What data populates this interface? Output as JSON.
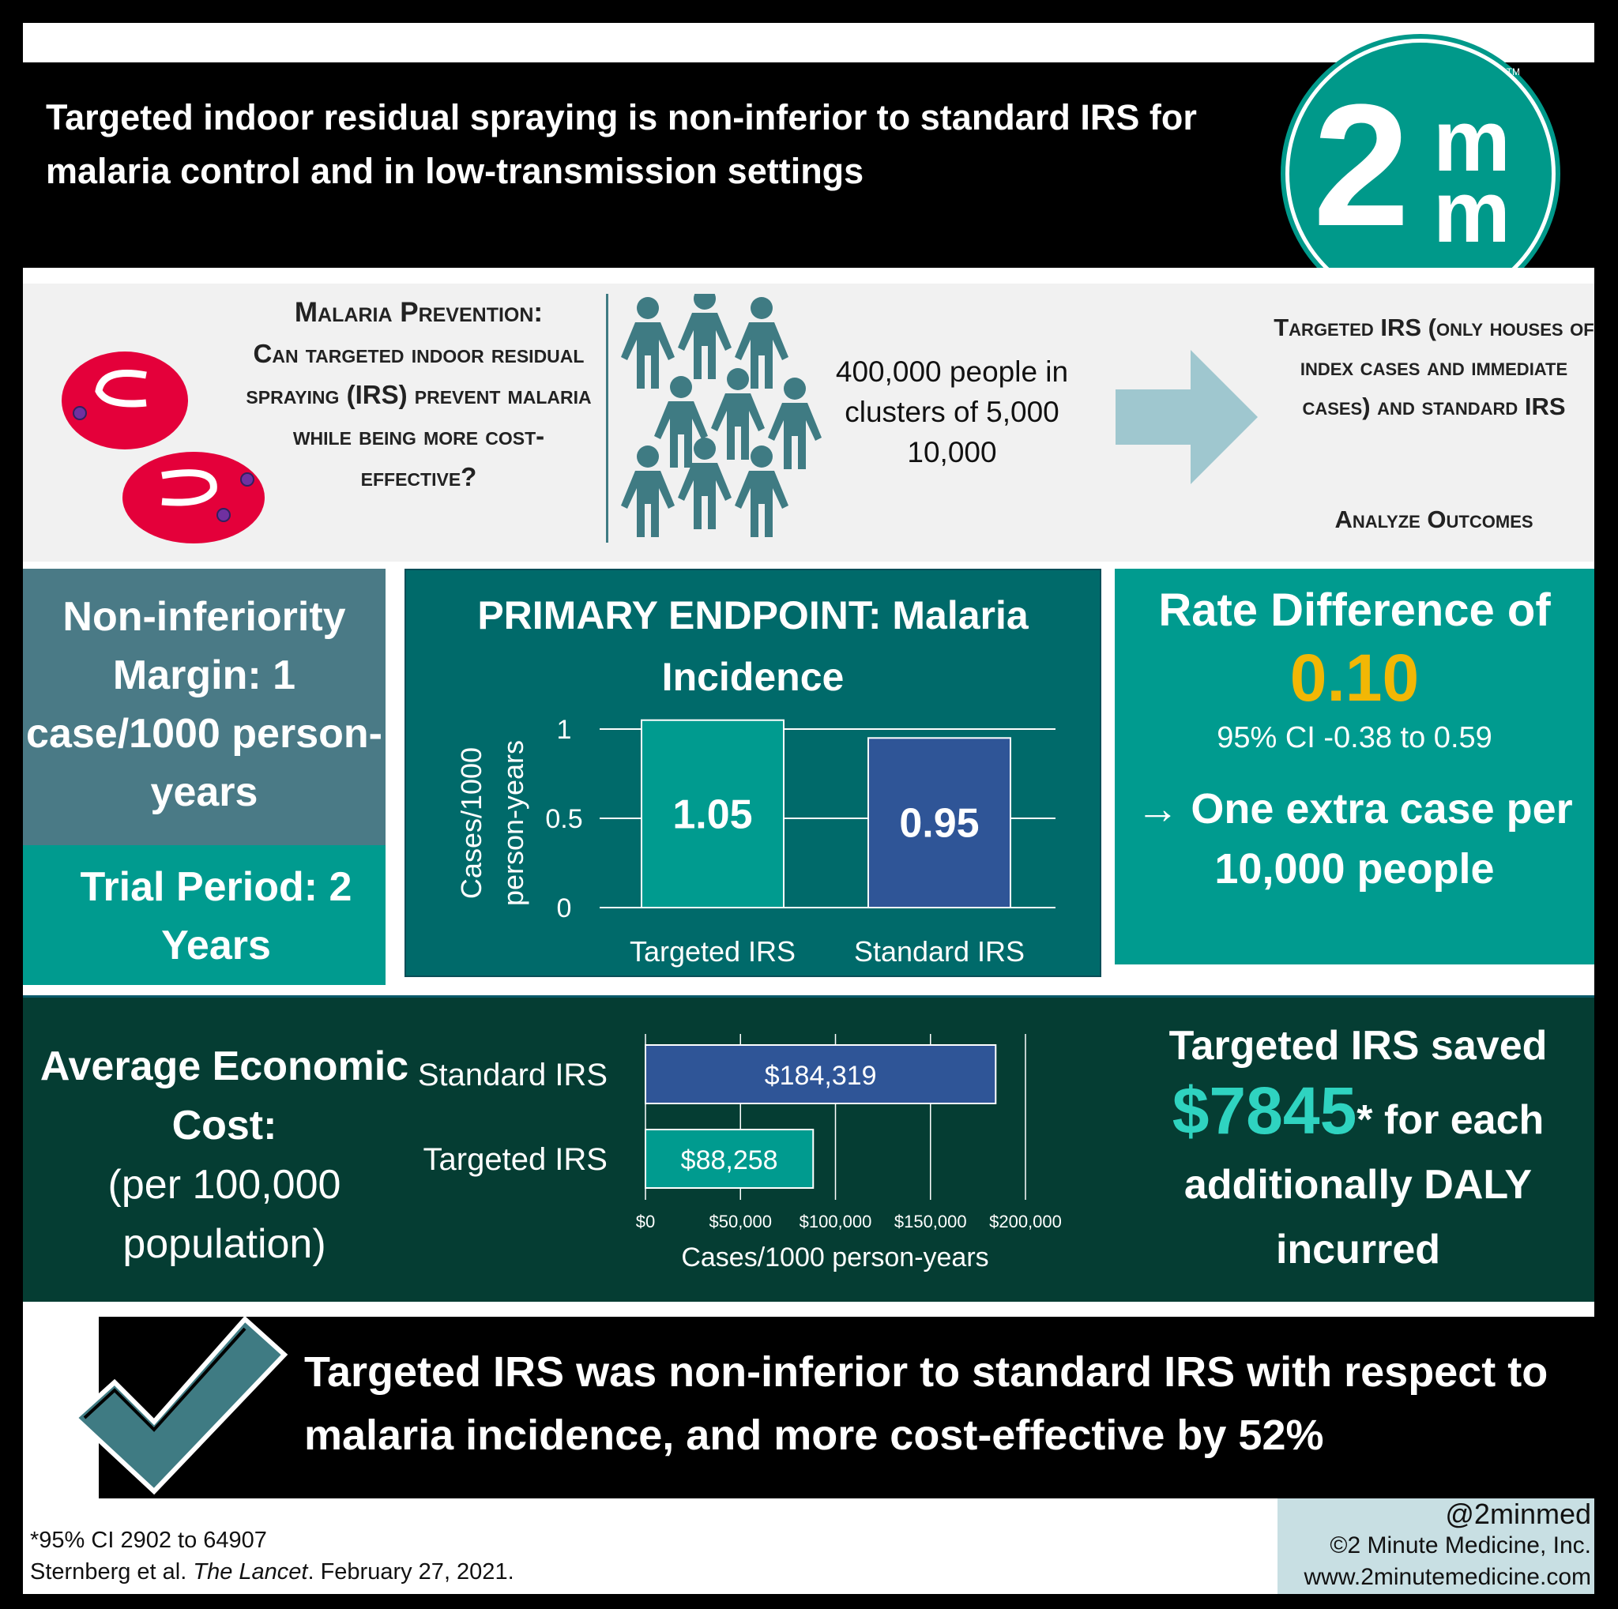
{
  "header": {
    "title": "Targeted indoor residual spraying is non-inferior to standard IRS for malaria control and in low-transmission settings",
    "logo": {
      "text": "2mm",
      "trademark": "TM"
    }
  },
  "study": {
    "question_heading": "Malaria Prevention:",
    "question": "Can targeted indoor residual spraying (IRS) prevent malaria while being more cost-effective?",
    "population": "400,000 people in clusters of 5,000 10,000",
    "design": "Targeted IRS (only houses of index cases and immediate cases) and standard IRS",
    "analyze": "Analyze Outcomes",
    "icons": [
      "red-blood-cell-icon",
      "people-group-icon",
      "arrow-right-icon"
    ]
  },
  "margin": {
    "text": "Non-inferiority Margin: 1 case/1000 person-years"
  },
  "trial": {
    "text": "Trial Period: 2 Years"
  },
  "rate": {
    "heading": "Rate Difference of",
    "value": "0.10",
    "ci": "95% CI -0.38 to 0.59",
    "arrow": "→",
    "consequence": "One extra case per 10,000 people"
  },
  "cost": {
    "label_bold": "Average Economic Cost:",
    "label_sub": "(per 100,000 population)"
  },
  "savings": {
    "line1": "Targeted IRS saved",
    "amount": "$7845",
    "asterisk": "*",
    "line2": "for each additionally DALY incurred"
  },
  "conclusion": {
    "text": "Targeted IRS was non-inferior to standard IRS with respect to malaria incidence, and more cost-effective by 52%",
    "icon": "checkmark-icon"
  },
  "footer": {
    "ci_note": "*95% CI 2902 to 64907",
    "citation_authors": "Sternberg et al.",
    "citation_journal": "The Lancet",
    "citation_date": ". February 27, 2021."
  },
  "credits": {
    "handle": "@2minmed",
    "copyright": "©2 Minute Medicine, Inc.",
    "website": "www.2minutemedicine.com"
  },
  "colors": {
    "teal": "#009b8f",
    "slate": "#4a7a86",
    "dark_teal": "#006a6a",
    "dark_green": "#053d33",
    "gold": "#f2b705",
    "navy_bar": "#2f5597",
    "highlight": "#2fd3c0",
    "red_cell": "#e4003a"
  },
  "chart_data": [
    {
      "type": "bar",
      "title": "PRIMARY ENDPOINT: Malaria Incidence",
      "ylabel": "Cases/1000 person-years",
      "xlabel": "",
      "categories": [
        "Targeted IRS",
        "Standard IRS"
      ],
      "values": [
        1.05,
        0.95
      ],
      "data_labels": [
        "1.05",
        "0.95"
      ],
      "ylim": [
        0,
        1
      ],
      "yticks": [
        "0",
        "0.5",
        "1"
      ],
      "grid": true,
      "colors": [
        "#009b8f",
        "#2f5597"
      ]
    },
    {
      "type": "bar",
      "orientation": "horizontal",
      "title": "",
      "xlabel": "Cases/1000 person-years",
      "categories": [
        "Standard IRS",
        "Targeted IRS"
      ],
      "values": [
        184319,
        88258
      ],
      "data_labels": [
        "$184,319",
        "$88,258"
      ],
      "xlim": [
        0,
        200000
      ],
      "xticks": [
        "$0",
        "$50,000",
        "$100,000",
        "$150,000",
        "$200,000"
      ],
      "grid": true,
      "colors": [
        "#2f5597",
        "#009b8f"
      ]
    }
  ]
}
